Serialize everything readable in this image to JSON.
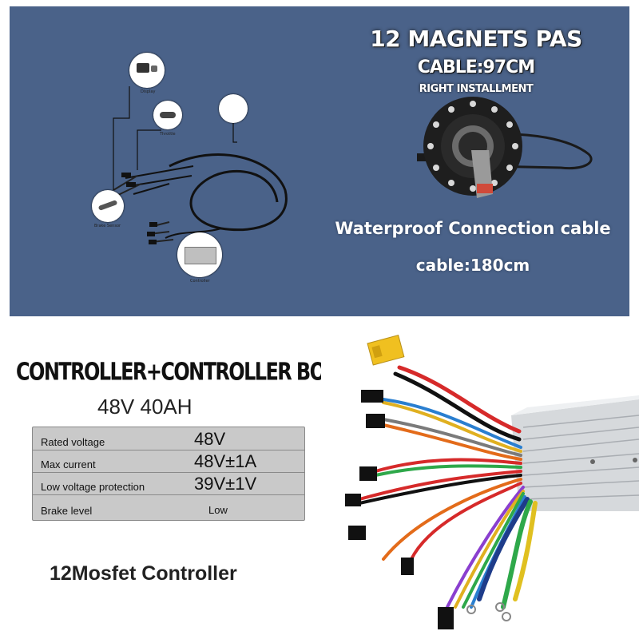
{
  "top_panel": {
    "title": "12 MAGNETS PAS",
    "cable_length": "CABLE:97CM",
    "installment": "RIGHT INSTALLMENT",
    "waterproof_label": "Waterproof Connection cable",
    "cable_180": "cable:180cm",
    "diagram_labels": {
      "display": "Display",
      "throttle": "Throttle",
      "brake_sensor": "Brake Sensor",
      "controller": "Controller"
    },
    "colors": {
      "background": "#4a6289"
    }
  },
  "bottom_panel": {
    "title": "CONTROLLER+CONTROLLER BOX",
    "spec_heading": "48V 40AH",
    "specs": [
      {
        "label": "Rated voltage",
        "value": "48V"
      },
      {
        "label": "Max current",
        "value": "48V±1A"
      },
      {
        "label": "Low voltage protection",
        "value": "39V±1V"
      },
      {
        "label": "Brake level",
        "value": "Low"
      }
    ],
    "footer_label": "12Mosfet Controller"
  }
}
